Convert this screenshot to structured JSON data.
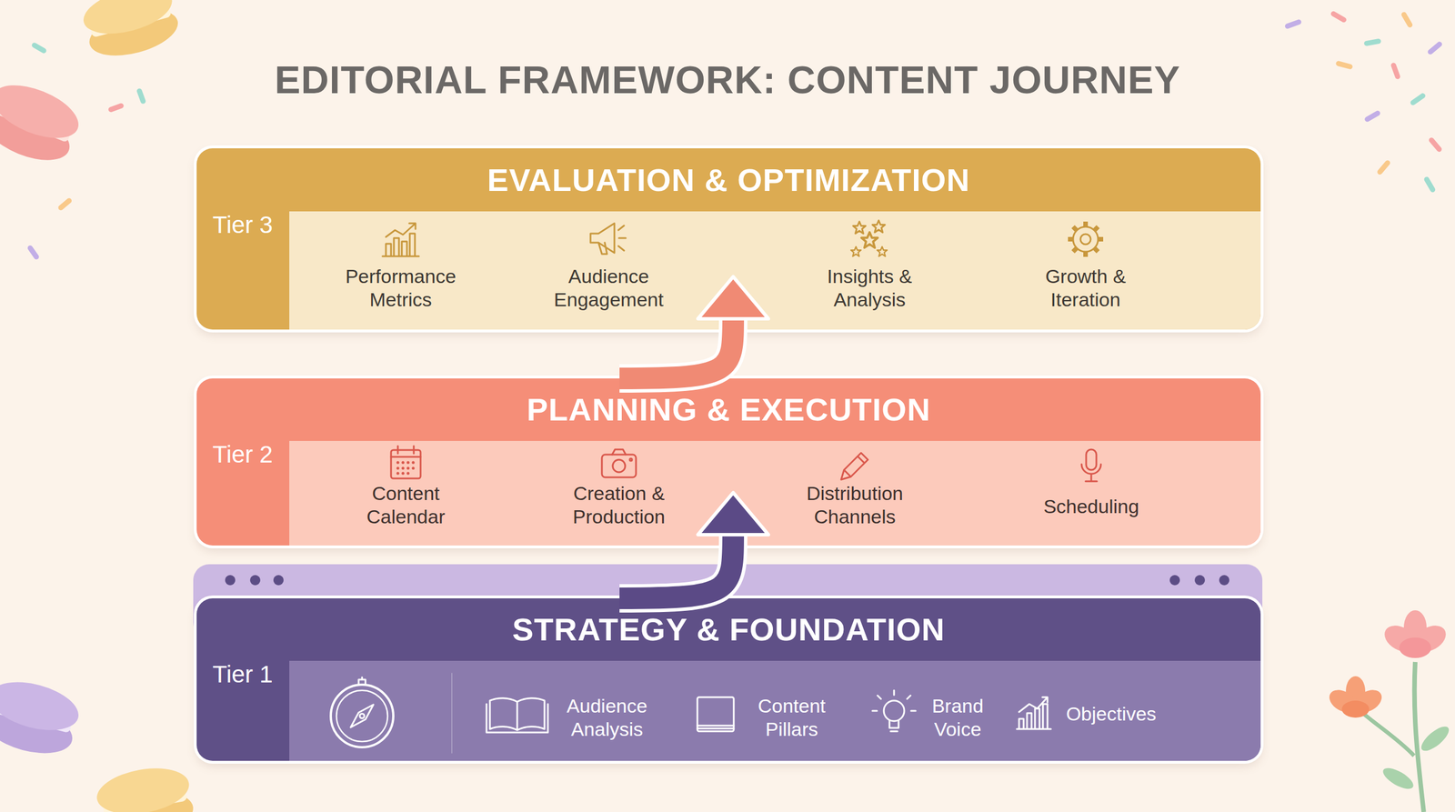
{
  "diagram": {
    "title": "EDITORIAL FRAMEWORK: CONTENT JOURNEY",
    "nodes": [
      {
        "text": [
          "EVALUATION & OPTIMIZATION",
          "Tier 3"
        ]
      },
      {
        "text": [
          "Performance Metrics"
        ],
        "in": 0
      },
      {
        "text": [
          "Audience Engagement"
        ],
        "in": 0
      },
      {
        "text": [
          "Insights & Analysis"
        ],
        "in": 0
      },
      {
        "text": [
          "Growth & Iteration"
        ],
        "in": 0
      },
      {
        "text": [
          "PLANNING & EXECUTION",
          "Tier 2"
        ]
      },
      {
        "text": [
          "Content Calendar"
        ],
        "in": 5
      },
      {
        "text": [
          "Creation & Production"
        ],
        "in": 5
      },
      {
        "text": [
          "Distribution Channels"
        ],
        "in": 5
      },
      {
        "text": [
          "Scheduling"
        ],
        "in": 5
      },
      {
        "text": [
          "STRATEGY & FOUNDATION",
          "Tier 1"
        ]
      },
      {
        "text": [
          "Audience Analysis"
        ],
        "in": 10
      },
      {
        "text": [
          "Content Pillars"
        ],
        "in": 10
      },
      {
        "text": [
          "Brand Voice"
        ],
        "in": 10
      },
      {
        "text": [
          "Objectives"
        ],
        "in": 10
      }
    ],
    "edges": [
      {
        "from": 10,
        "to": 5,
        "arrow": "to"
      },
      {
        "from": 5,
        "to": 0,
        "arrow": "to"
      }
    ]
  }
}
